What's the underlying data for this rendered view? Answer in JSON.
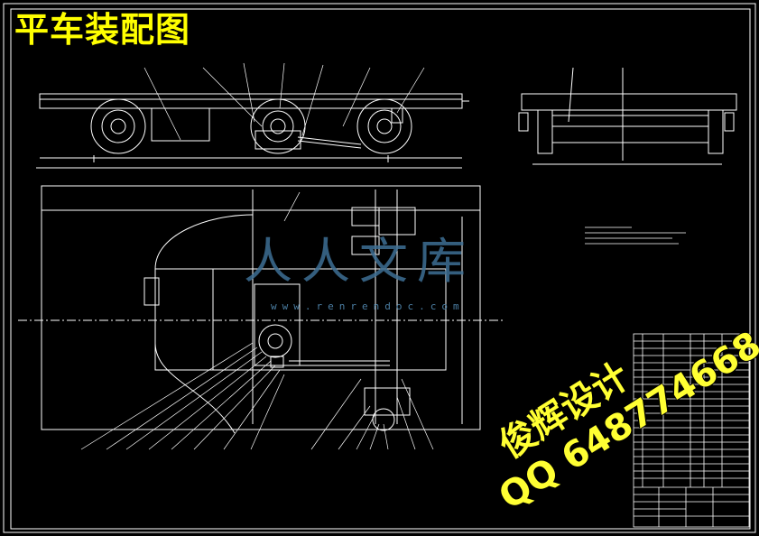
{
  "drawing": {
    "title": "平车装配图",
    "watermark_line1": "俊辉设计",
    "watermark_line2": "QQ 648774668",
    "site_logo": "人人文库",
    "site_url": "www.renrendoc.com"
  },
  "colors": {
    "background": "#000000",
    "title": "#ffff00",
    "linework": "#ffffff",
    "logo": "#3e6f94"
  }
}
